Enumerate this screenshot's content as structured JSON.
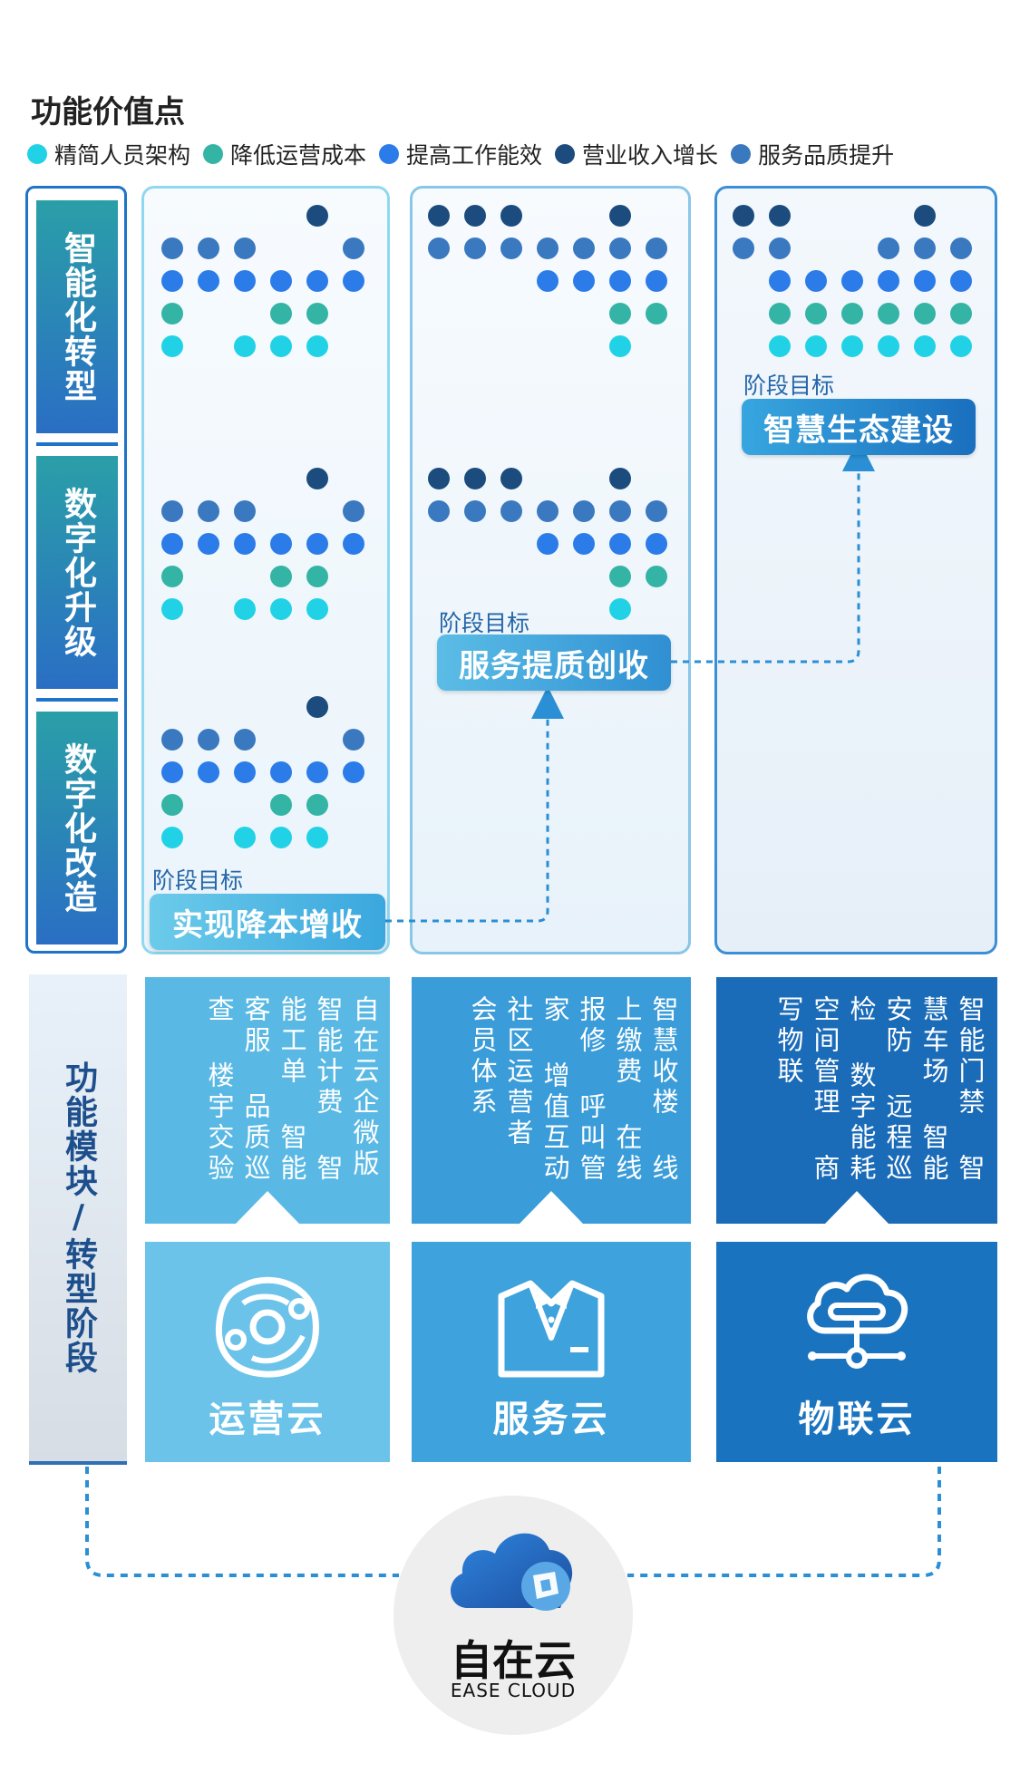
{
  "title": "功能价值点",
  "legend": [
    {
      "label": "精简人员架构",
      "color": "#21d2e7"
    },
    {
      "label": "降低运营成本",
      "color": "#34b4a5"
    },
    {
      "label": "提高工作能效",
      "color": "#2b7ce9"
    },
    {
      "label": "营业收入增长",
      "color": "#1c4c7d"
    },
    {
      "label": "服务品质提升",
      "color": "#3a79bf"
    }
  ],
  "rows": [
    {
      "label": "智能化转型"
    },
    {
      "label": "数字化升级"
    },
    {
      "label": "数字化改造"
    }
  ],
  "goals": {
    "caption": "阶段目标",
    "items": [
      "实现降本增收",
      "服务提质创收",
      "智慧生态建设"
    ]
  },
  "modules": {
    "title": "功能模块/转型阶段",
    "clouds": [
      {
        "name": "运营云",
        "functions": [
          "自在云企微版",
          "智能计费",
          "智能工单",
          "智能客服",
          "品质巡查",
          "楼宇交验"
        ]
      },
      {
        "name": "服务云",
        "functions": [
          "智慧收楼",
          "线上缴费",
          "在线报修",
          "呼叫管家",
          "增值互动",
          "社区运营者",
          "会员体系"
        ]
      },
      {
        "name": "物联云",
        "functions": [
          "智能门禁",
          "智慧车场",
          "智能安防",
          "远程巡检",
          "数字能耗",
          "空间管理",
          "商写物联"
        ]
      }
    ]
  },
  "brand": {
    "name": "自在云",
    "subtitle": "EASE CLOUD"
  },
  "icons": [
    "planet-icon",
    "butler-suit-icon",
    "cloud-network-icon",
    "cloud-logo-icon"
  ]
}
